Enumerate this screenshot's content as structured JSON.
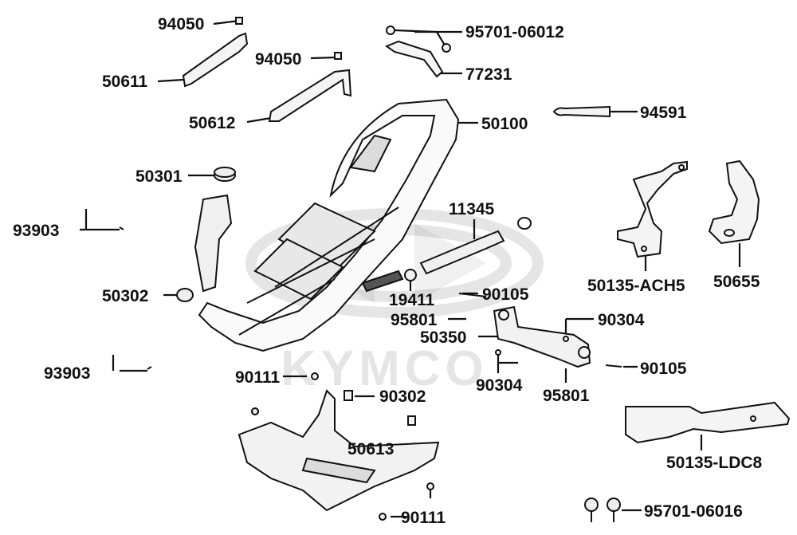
{
  "watermark": {
    "brand": "KYMCO"
  },
  "parts": [
    {
      "id": "p-94050-a",
      "label": "94050"
    },
    {
      "id": "p-50611",
      "label": "50611"
    },
    {
      "id": "p-94050-b",
      "label": "94050"
    },
    {
      "id": "p-50612",
      "label": "50612"
    },
    {
      "id": "p-95701-06012",
      "label": "95701-06012"
    },
    {
      "id": "p-77231",
      "label": "77231"
    },
    {
      "id": "p-50100",
      "label": "50100"
    },
    {
      "id": "p-94591",
      "label": "94591"
    },
    {
      "id": "p-50301",
      "label": "50301"
    },
    {
      "id": "p-93903-a",
      "label": "93903"
    },
    {
      "id": "p-11345",
      "label": "11345"
    },
    {
      "id": "p-50302",
      "label": "50302"
    },
    {
      "id": "p-19411",
      "label": "19411"
    },
    {
      "id": "p-90105-a",
      "label": "90105"
    },
    {
      "id": "p-95801-a",
      "label": "95801"
    },
    {
      "id": "p-90304-a",
      "label": "90304"
    },
    {
      "id": "p-50350",
      "label": "50350"
    },
    {
      "id": "p-50135-ach5",
      "label": "50135-ACH5"
    },
    {
      "id": "p-50655",
      "label": "50655"
    },
    {
      "id": "p-93903-b",
      "label": "93903"
    },
    {
      "id": "p-90111-a",
      "label": "90111"
    },
    {
      "id": "p-90302",
      "label": "90302"
    },
    {
      "id": "p-90304-b",
      "label": "90304"
    },
    {
      "id": "p-95801-b",
      "label": "95801"
    },
    {
      "id": "p-90105-b",
      "label": "90105"
    },
    {
      "id": "p-50613",
      "label": "50613"
    },
    {
      "id": "p-50135-ldc8",
      "label": "50135-LDC8"
    },
    {
      "id": "p-90111-b",
      "label": "90111"
    },
    {
      "id": "p-95701-06016",
      "label": "95701-06016"
    }
  ]
}
